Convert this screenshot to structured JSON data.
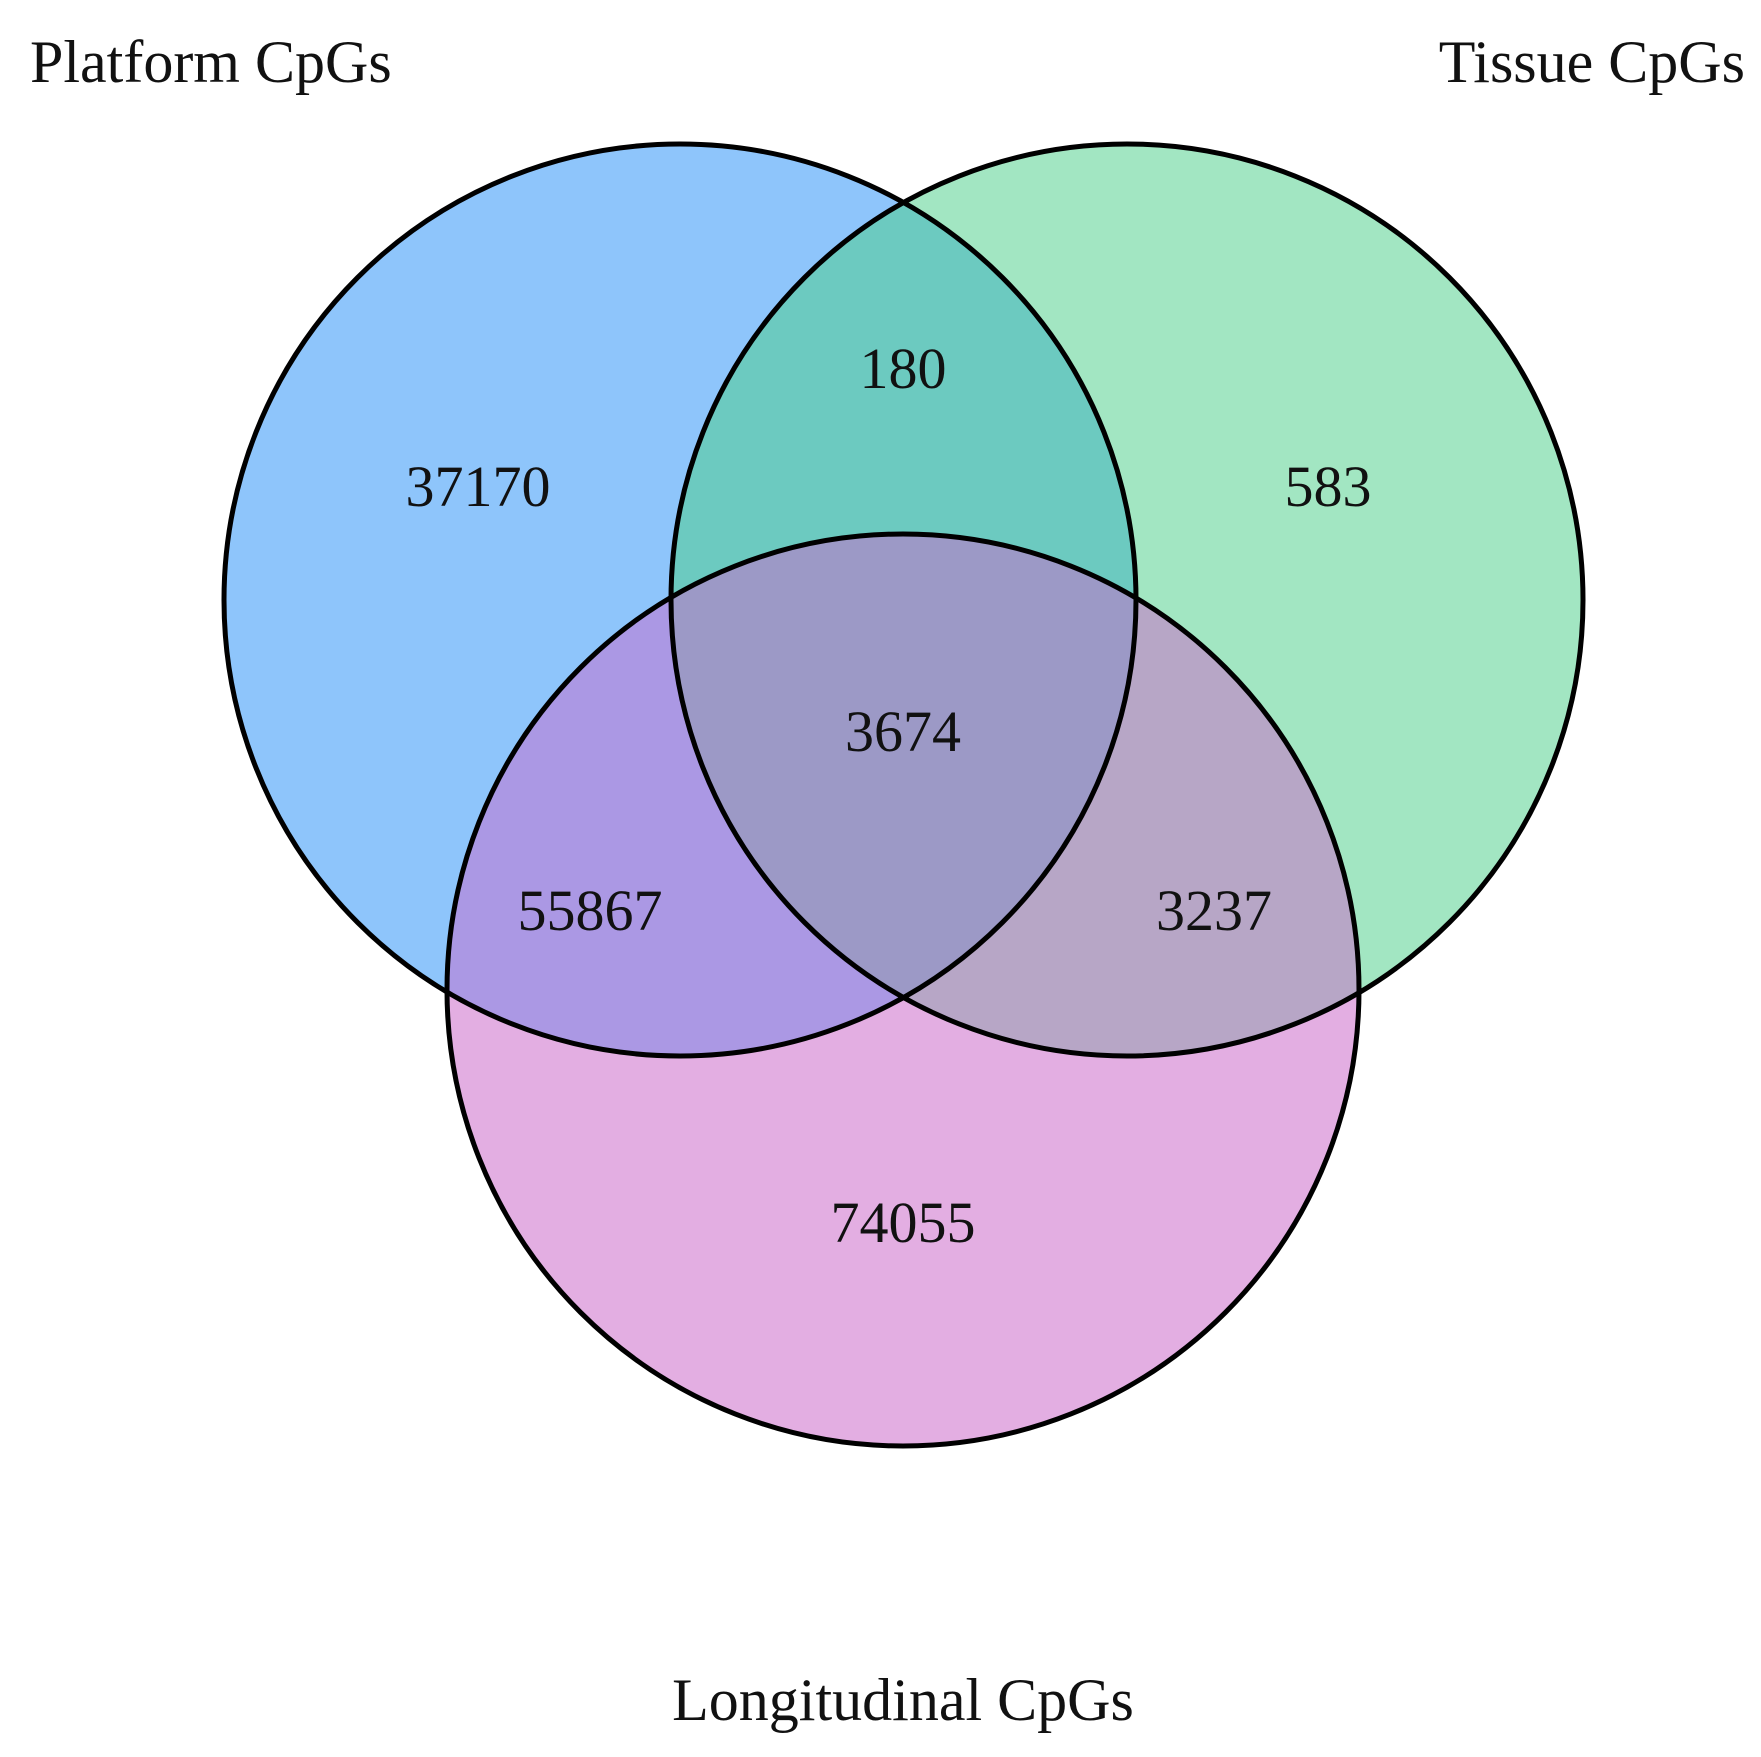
{
  "sets": {
    "platform": {
      "label": "Platform CpGs",
      "color": "#8EC5FB"
    },
    "tissue": {
      "label": "Tissue CpGs",
      "color": "#A2E6C2"
    },
    "longitudinal": {
      "label": "Longitudinal CpGs",
      "color": "#E3AEE2"
    }
  },
  "regions": {
    "platform_only": {
      "count": "37170",
      "color": "#8EC5FB"
    },
    "tissue_only": {
      "count": "583",
      "color": "#A2E6C2"
    },
    "longitudinal_only": {
      "count": "74055",
      "color": "#E3AEE2"
    },
    "platform_tissue": {
      "count": "180",
      "color": "#6CCAC0"
    },
    "platform_longitudinal": {
      "count": "55867",
      "color": "#AB98E4"
    },
    "tissue_longitudinal": {
      "count": "3237",
      "color": "#B7A6C6"
    },
    "all_three": {
      "count": "3674",
      "color": "#9C99C6"
    }
  }
}
